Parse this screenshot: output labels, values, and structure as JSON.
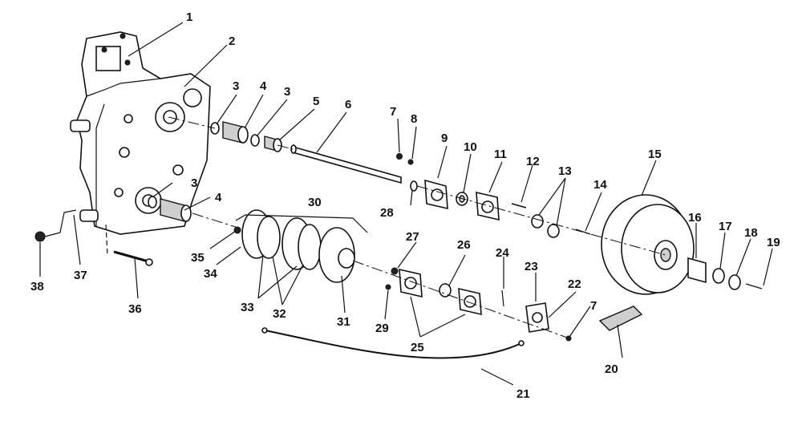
{
  "diagram": {
    "callouts": [
      "1",
      "2",
      "3",
      "4",
      "3",
      "5",
      "6",
      "7",
      "8",
      "9",
      "10",
      "11",
      "12",
      "13",
      "14",
      "15",
      "16",
      "17",
      "18",
      "19",
      "20",
      "21",
      "22",
      "23",
      "24",
      "25",
      "26",
      "27",
      "28",
      "29",
      "30",
      "31",
      "32",
      "33",
      "34",
      "35",
      "36",
      "37",
      "38",
      "3",
      "4",
      "7"
    ]
  }
}
